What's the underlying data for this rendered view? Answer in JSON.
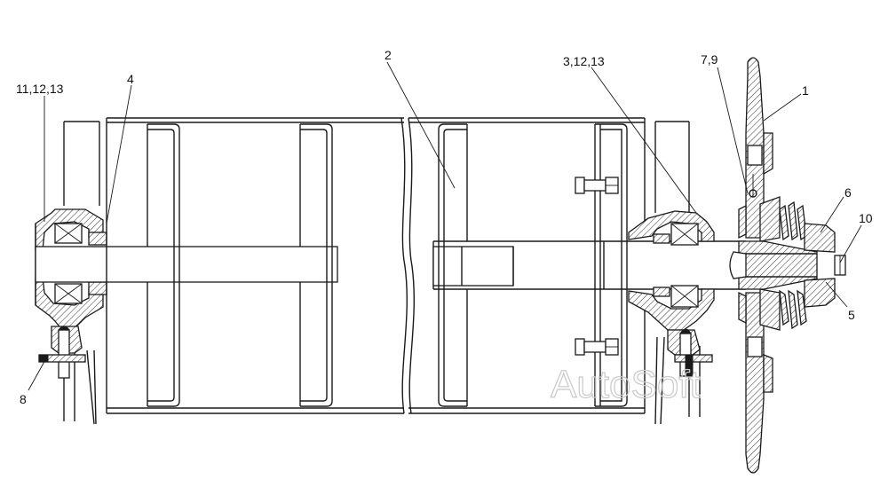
{
  "callouts": [
    {
      "id": "c1",
      "text": "11,12,13"
    },
    {
      "id": "c2",
      "text": "4"
    },
    {
      "id": "c3",
      "text": "2"
    },
    {
      "id": "c4",
      "text": "3,12,13"
    },
    {
      "id": "c5",
      "text": "7,9"
    },
    {
      "id": "c6",
      "text": "1"
    },
    {
      "id": "c7",
      "text": "6"
    },
    {
      "id": "c8",
      "text": "10"
    },
    {
      "id": "c9",
      "text": "5"
    },
    {
      "id": "c10",
      "text": "8"
    }
  ],
  "watermark": "AutoSoft"
}
